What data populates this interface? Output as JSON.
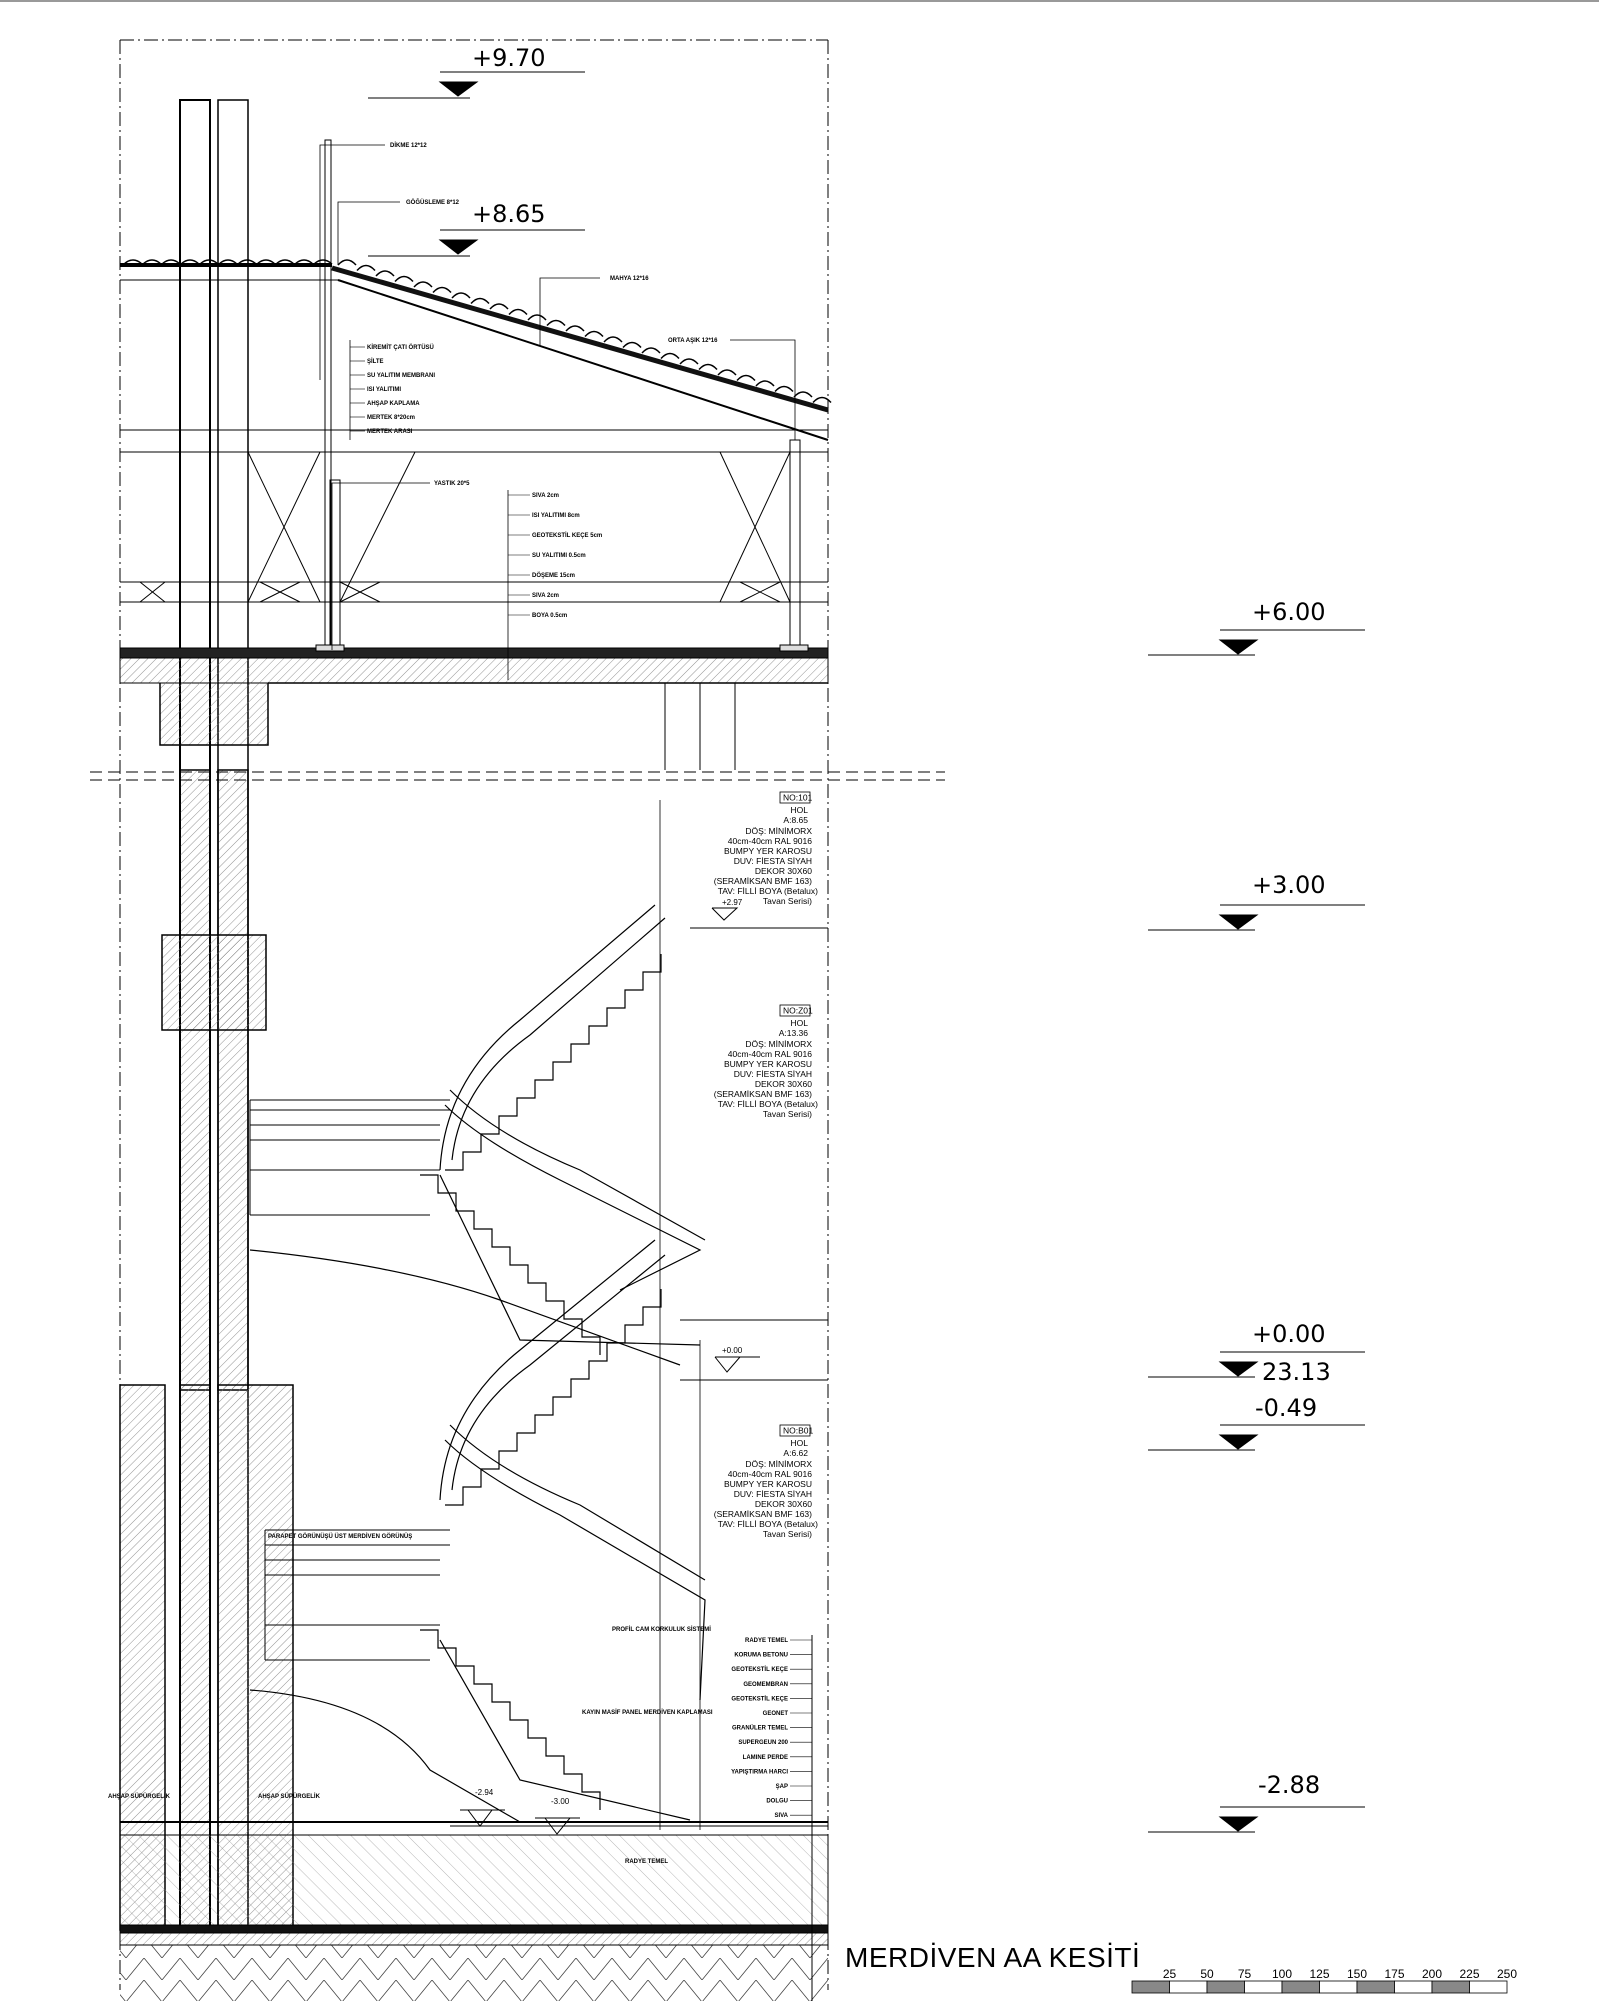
{
  "title": "MERDİVEN AA KESİTİ",
  "levels_right": [
    "+6.00",
    "+3.00",
    "+0.00",
    "23.13",
    "-0.49",
    "-2.88"
  ],
  "levels_roof": [
    "+9.70",
    "+8.65"
  ],
  "levels_basement": [
    "-2.94",
    "-3.00"
  ],
  "landing_level": "+0.00",
  "landing_level_2": "+2.97",
  "roof_labels": {
    "dikme": "DİKME 12*12",
    "gogusleme": "GÖĞÜSLEME 8*12",
    "mahya": "MAHYA 12*16",
    "orta_asik": "ORTA AŞIK 12*16",
    "yastik": "YASTIK 20*5",
    "layers": [
      "KİREMİT ÇATI ÖRTÜSÜ",
      "ŞİLTE",
      "SU YALITIM MEMBRANI",
      "ISI YALITIMI",
      "AHŞAP KAPLAMA",
      "MERTEK 8*20cm",
      "MERTEK ARASI"
    ]
  },
  "slab_layers": [
    "SIVA 2cm",
    "ISI YALITIMI 8cm",
    "GEOTEKSTİL KEÇE 5cm",
    "SU YALITIMI 0.5cm",
    "DÖŞEME 15cm",
    "SIVA 2cm",
    "BOYA 0.5cm"
  ],
  "foundation_layers": [
    "RADYE TEMEL",
    "KORUMA BETONU",
    "GEOTEKSTİL KEÇE",
    "GEOMEMBRAN",
    "GEOTEKSTİL KEÇE",
    "GEONET",
    "GRANÜLER TEMEL",
    "SUPERGEUN 200",
    "LAMINE PERDE",
    "YAPIŞTIRMA HARCI",
    "ŞAP",
    "DOLGU",
    "SIVA"
  ],
  "rooms": [
    {
      "no": "NO:101",
      "name": "HOL",
      "area": "A:8.65",
      "lines": [
        "DÖŞ: MİNİMORX",
        "40cm-40cm RAL 9016",
        "BUMPY YER KAROSU",
        "DUV: FİESTA SİYAH",
        "DEKOR 30X60",
        "(SERAMİKSAN BMF 163)",
        "TAV: FİLLİ BOYA (Betalux)",
        "Tavan Serisi)"
      ]
    },
    {
      "no": "NO:Z01",
      "name": "HOL",
      "area": "A:13.36",
      "lines": [
        "DÖŞ: MİNİMORX",
        "40cm-40cm RAL 9016",
        "BUMPY YER KAROSU",
        "DUV: FİESTA SİYAH",
        "DEKOR 30X60",
        "(SERAMİKSAN BMF 163)",
        "TAV: FİLLİ BOYA (Betalux)",
        "Tavan Serisi)"
      ]
    },
    {
      "no": "NO:B01",
      "name": "HOL",
      "area": "A:6.62",
      "lines": [
        "DÖŞ: MİNİMORX",
        "40cm-40cm RAL 9016",
        "BUMPY YER KAROSU",
        "DUV: FİESTA SİYAH",
        "DEKOR 30X60",
        "(SERAMİKSAN BMF 163)",
        "TAV: FİLLİ BOYA (Betalux)",
        "Tavan Serisi)"
      ]
    }
  ],
  "notes": {
    "handrail": "PARAPET GÖRÜNÜŞÜ ÜST MERDİVEN GÖRÜNÜŞ",
    "glass": "PROFİL CAM KORKULUK SİSTEMİ",
    "panel": "KAYIN MASİF PANEL MERDİVEN KAPLAMASI",
    "wall_left": "AHŞAP SÜPÜRGELİK",
    "wall_right": "AHŞAP SÜPÜRGELİK",
    "base": "RADYE TEMEL"
  },
  "scale_bar": [
    "25",
    "50",
    "75",
    "100",
    "125",
    "150",
    "175",
    "200",
    "225",
    "250"
  ]
}
